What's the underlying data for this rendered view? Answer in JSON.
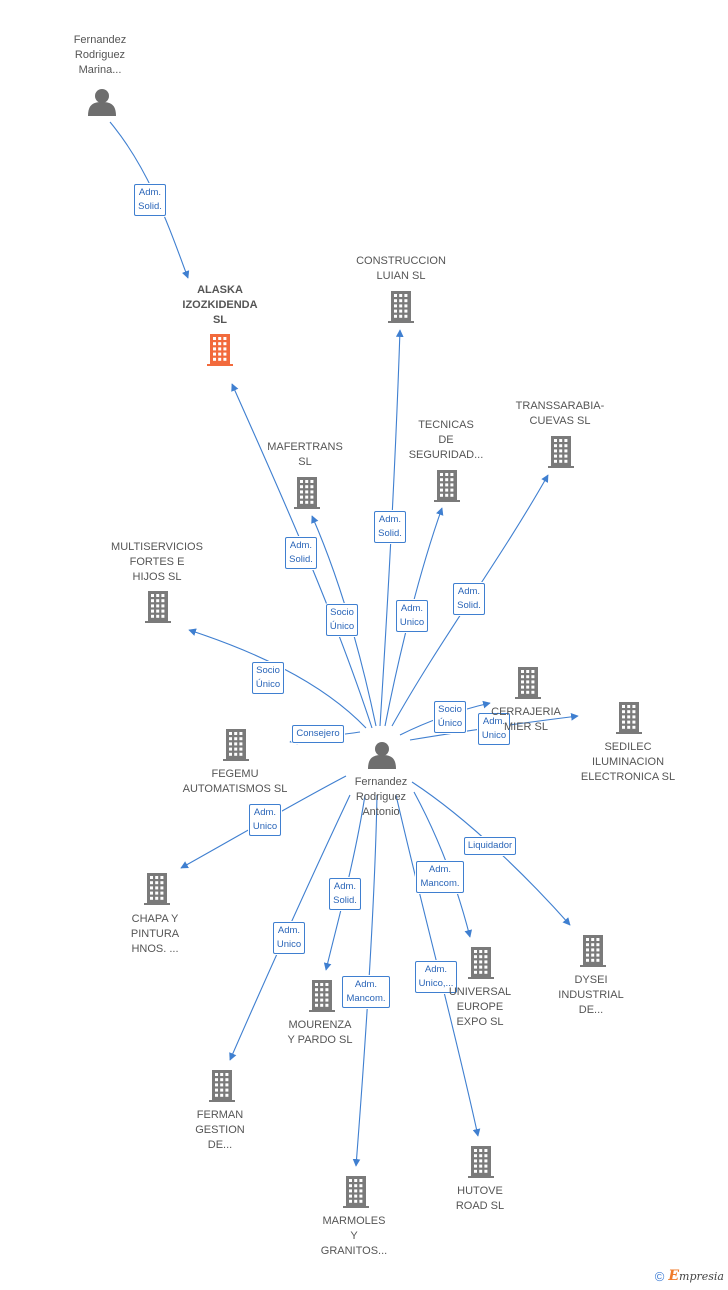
{
  "graph": {
    "colors": {
      "edge": "#3f7fd0",
      "building": "#7a7a7a",
      "focus_building": "#f26a3c",
      "person": "#6e6e6e"
    },
    "nodes": [
      {
        "id": "center",
        "type": "person",
        "label": "Fernandez\nRodriguez\nAntonio"
      },
      {
        "id": "marina",
        "type": "person",
        "label": "Fernandez\nRodriguez\nMarina..."
      },
      {
        "id": "alaska",
        "type": "company",
        "focus": true,
        "label": "ALASKA\nIZOZKIDENDA\nSL"
      },
      {
        "id": "construccion",
        "type": "company",
        "label": "CONSTRUCCION\nLUIAN SL"
      },
      {
        "id": "mafertrans",
        "type": "company",
        "label": "MAFERTRANS\nSL"
      },
      {
        "id": "tecnicas",
        "type": "company",
        "label": "TECNICAS\nDE\nSEGURIDAD..."
      },
      {
        "id": "transsarabia",
        "type": "company",
        "label": "TRANSSARABIA-\nCUEVAS  SL"
      },
      {
        "id": "multiservicios",
        "type": "company",
        "label": "MULTISERVICIOS\nFORTES E\nHIJOS SL"
      },
      {
        "id": "fegemu",
        "type": "company",
        "label": "FEGEMU\nAUTOMATISMOS SL"
      },
      {
        "id": "cerrajeria",
        "type": "company",
        "label": "CERRAJERIA\nMIER  SL"
      },
      {
        "id": "sedilec",
        "type": "company",
        "label": "SEDILEC\nILUMINACION\nELECTRONICA SL"
      },
      {
        "id": "chapa",
        "type": "company",
        "label": "CHAPA Y\nPINTURA\nHNOS. ..."
      },
      {
        "id": "universal",
        "type": "company",
        "label": "UNIVERSAL\nEUROPE\nEXPO  SL"
      },
      {
        "id": "dysei",
        "type": "company",
        "label": "DYSEI\nINDUSTRIAL\nDE..."
      },
      {
        "id": "mourenza",
        "type": "company",
        "label": "MOURENZA\nY PARDO SL"
      },
      {
        "id": "ferman",
        "type": "company",
        "label": "FERMAN\nGESTION\nDE..."
      },
      {
        "id": "marmoles",
        "type": "company",
        "label": "MARMOLES\nY\nGRANITOS..."
      },
      {
        "id": "hutove",
        "type": "company",
        "label": "HUTOVE\nROAD  SL"
      }
    ],
    "edges": [
      {
        "from": "marina",
        "to": "alaska",
        "label": "Adm.\nSolid."
      },
      {
        "from": "center",
        "to": "alaska",
        "label": "Adm.\nSolid."
      },
      {
        "from": "center",
        "to": "construccion",
        "label": "Adm.\nSolid."
      },
      {
        "from": "center",
        "to": "mafertrans",
        "label": "Socio\nÚnico"
      },
      {
        "from": "center",
        "to": "tecnicas",
        "label": "Adm.\nUnico"
      },
      {
        "from": "center",
        "to": "transsarabia",
        "label": "Adm.\nSolid."
      },
      {
        "from": "center",
        "to": "multiservicios",
        "label": "Socio\nÚnico"
      },
      {
        "from": "center",
        "to": "fegemu",
        "label": "Consejero"
      },
      {
        "from": "center",
        "to": "cerrajeria",
        "label": "Socio\nÚnico"
      },
      {
        "from": "center",
        "to": "sedilec",
        "label": "Adm.\nUnico"
      },
      {
        "from": "center",
        "to": "chapa",
        "label": "Adm.\nUnico"
      },
      {
        "from": "center",
        "to": "dysei",
        "label": "Liquidador"
      },
      {
        "from": "center",
        "to": "universal",
        "label": "Adm.\nMancom."
      },
      {
        "from": "center",
        "to": "mourenza",
        "label": "Adm.\nSolid."
      },
      {
        "from": "center",
        "to": "ferman",
        "label": "Adm.\nUnico"
      },
      {
        "from": "center",
        "to": "marmoles",
        "label": "Adm.\nMancom."
      },
      {
        "from": "center",
        "to": "hutove",
        "label": "Adm.\nUnico,..."
      }
    ]
  },
  "footer": {
    "copyright_symbol": "©",
    "brand_initial": "E",
    "brand_rest": "mpresia"
  }
}
